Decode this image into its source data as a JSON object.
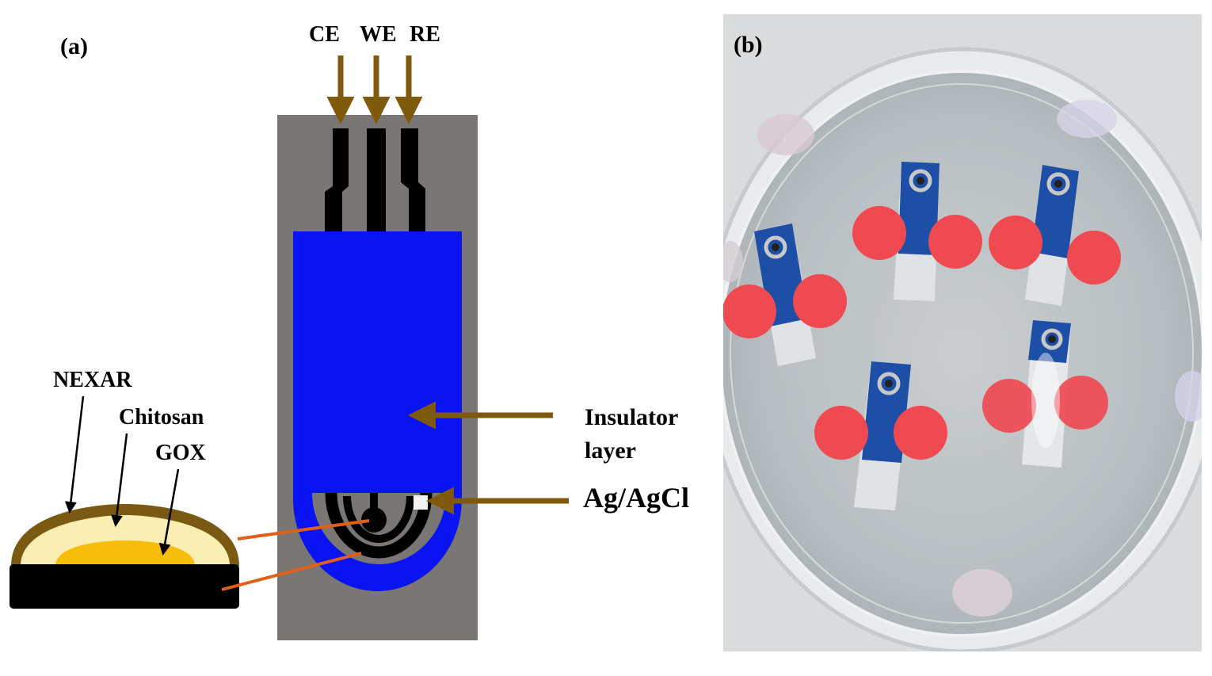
{
  "panel_a": {
    "panel_label": "(a)",
    "terminals": [
      "CE",
      "WE",
      "RE"
    ],
    "insulator_label_line1": "Insulator",
    "insulator_label_line2": "layer",
    "reference_label": "Ag/AgCl",
    "layers": [
      "NEXAR",
      "Chitosan",
      "GOX"
    ]
  },
  "panel_b": {
    "panel_label": "(b)"
  },
  "colors": {
    "substrate": "#7a7674",
    "insulator": "#0a14f2",
    "arrow_brown": "#7f5a0c",
    "nexar": "#7a5a12",
    "chitosan": "#fbeeb2",
    "gox": "#f8bd0a",
    "lead_orange": "#e06018",
    "red_disc": "#ef4a52",
    "strip_blue": "#1e4fa6"
  }
}
